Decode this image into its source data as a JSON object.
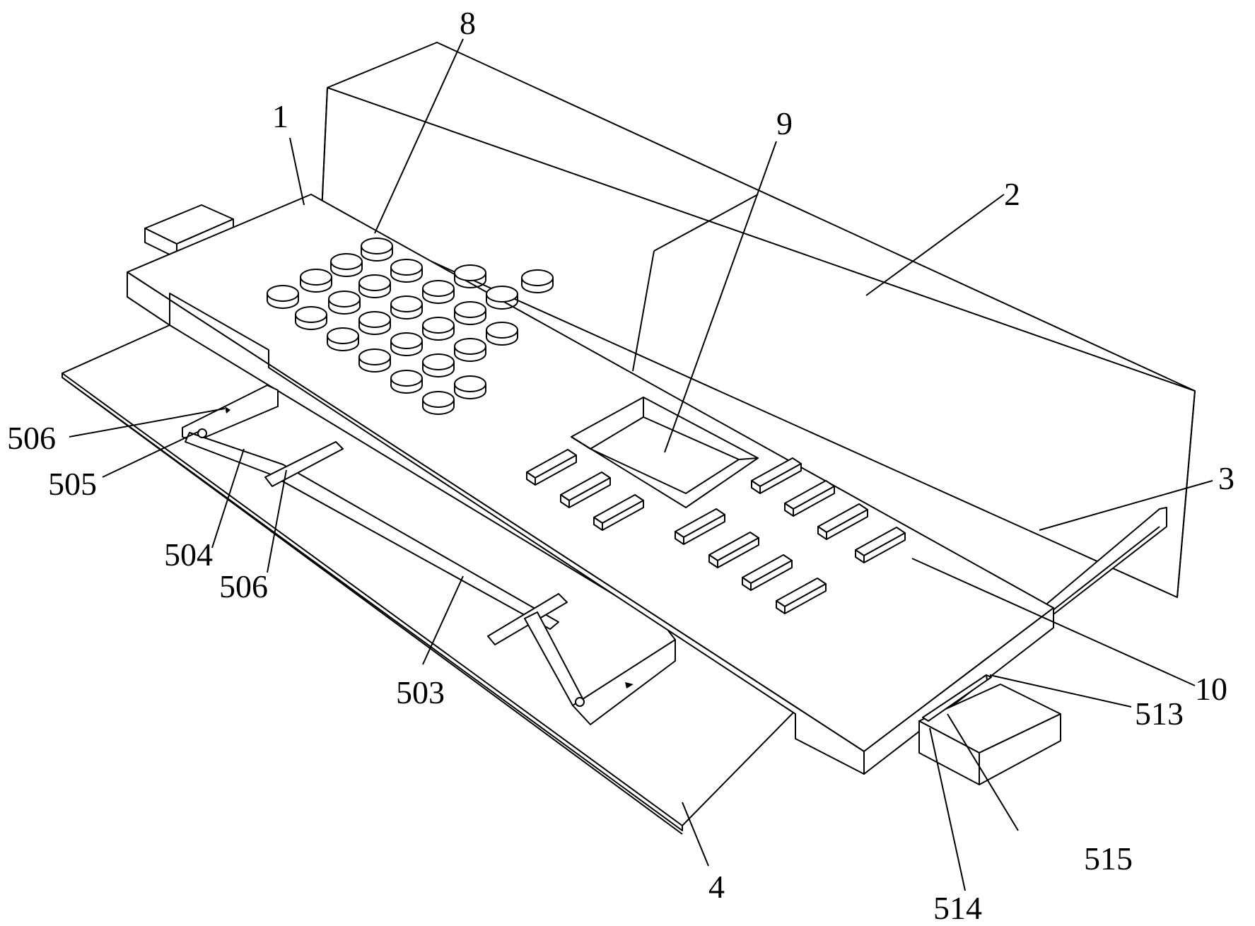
{
  "labels": [
    {
      "id": "1",
      "text": "1"
    },
    {
      "id": "2",
      "text": "2"
    },
    {
      "id": "3",
      "text": "3"
    },
    {
      "id": "4",
      "text": "4"
    },
    {
      "id": "8",
      "text": "8"
    },
    {
      "id": "9",
      "text": "9"
    },
    {
      "id": "10",
      "text": "10"
    },
    {
      "id": "503",
      "text": "503"
    },
    {
      "id": "504",
      "text": "504"
    },
    {
      "id": "505",
      "text": "505"
    },
    {
      "id": "506a",
      "text": "506"
    },
    {
      "id": "506b",
      "text": "506"
    },
    {
      "id": "513",
      "text": "513"
    },
    {
      "id": "514",
      "text": "514"
    },
    {
      "id": "515",
      "text": "515"
    }
  ]
}
